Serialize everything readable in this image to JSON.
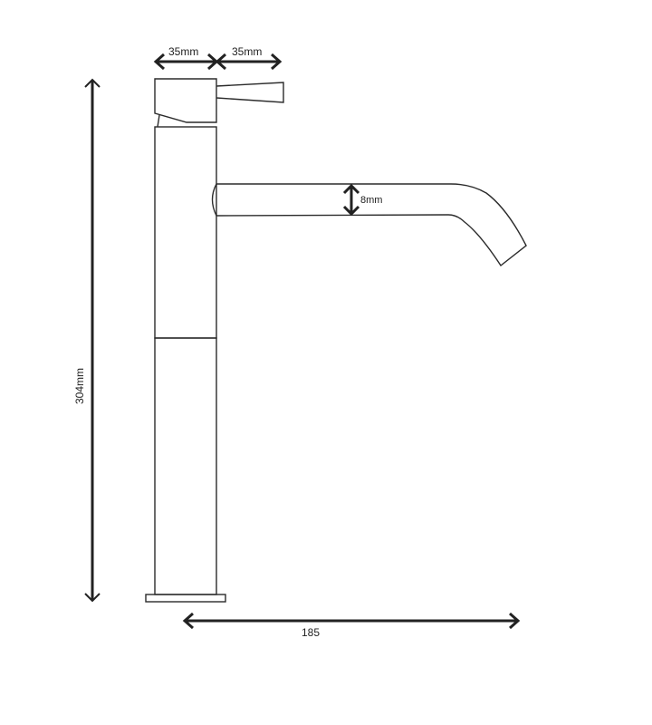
{
  "diagram": {
    "subject": "Tall basin mixer tap technical drawing",
    "colors": {
      "line": "#2b2b2b",
      "dimension": "#222222",
      "background": "#ffffff"
    },
    "dimensions": {
      "handle_body_width": "35mm",
      "lever_length": "35mm",
      "spout_diameter": "8mm",
      "overall_height": "304mm",
      "spout_reach": "185"
    }
  }
}
